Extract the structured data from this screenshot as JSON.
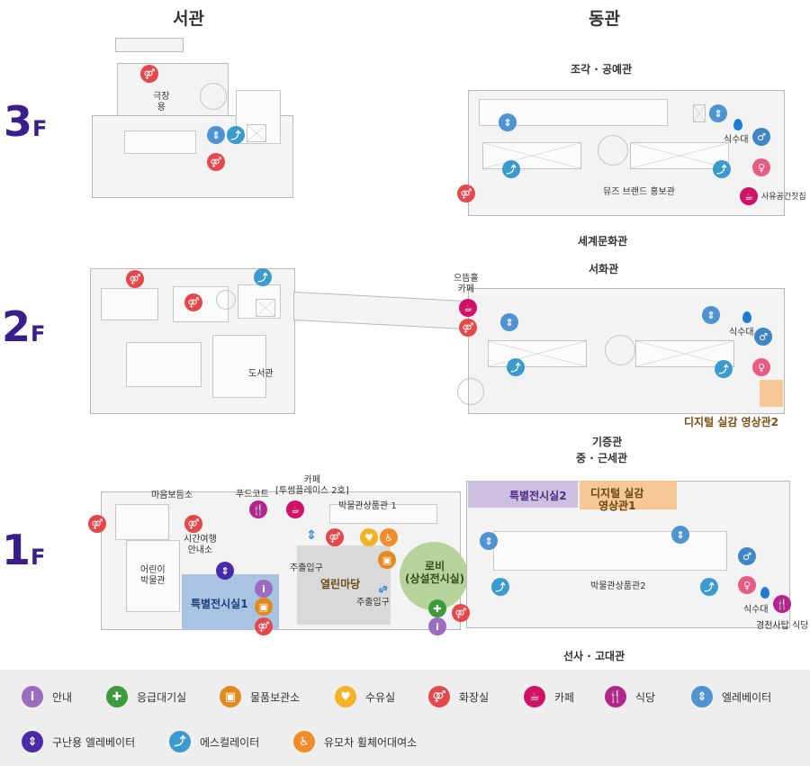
{
  "wings": {
    "west": "서관",
    "east": "동관"
  },
  "floors": {
    "f3": "3",
    "f2": "2",
    "f1": "1",
    "suffix": "F"
  },
  "f3": {
    "west": {
      "theater": "극장\n용"
    },
    "east": {
      "hall_title": "조각 · 공예관",
      "water": "식수대",
      "brand": "뮤즈 브랜드 홍보관",
      "tea": "사유공간찻집"
    },
    "below_hall": "세계문화관"
  },
  "f2": {
    "west": {
      "library": "도서관"
    },
    "east": {
      "hall_title": "서화관",
      "cafe": "으뜸홀\n카페",
      "water": "식수대",
      "digital2": "디지털 실감 영상관2"
    }
  },
  "f1": {
    "titles": {
      "gijeung": "기증관",
      "medieval": "중 · 근세관",
      "prehistory": "선사 · 고대관"
    },
    "west": {
      "maeum": "마음보듬소",
      "foodcourt": "푸드코트",
      "cafe": "카페\n[투썸플레이스 2호]",
      "shop1": "박물관상품관 1",
      "travel": "시간여행\n안내소",
      "kids": "어린이\n박물관",
      "special1": "특별전시실1",
      "yeollin": "열린마당",
      "main_entrance_top": "주출입구",
      "main_entrance_bottom": "주출입구"
    },
    "east": {
      "special2": "특별전시실2",
      "digital1": "디지털 실감\n영상관1",
      "lobby": "로비\n(상설전시실)",
      "shop2": "박물관상품관2",
      "water": "식수대",
      "restaurant": "경천사탑 식당"
    }
  },
  "legend": [
    {
      "icon": "info-icon",
      "label": "안내",
      "color": "#9b6cc0"
    },
    {
      "icon": "first-aid-icon",
      "label": "응급대기실",
      "color": "#3d9a3d"
    },
    {
      "icon": "locker-icon",
      "label": "물품보관소",
      "color": "#e38a1e"
    },
    {
      "icon": "nursing-room-icon",
      "label": "수유실",
      "color": "#f4b324"
    },
    {
      "icon": "restroom-icon",
      "label": "화장실",
      "color": "#e5474b"
    },
    {
      "icon": "cafe-icon",
      "label": "카페",
      "color": "#cf1167"
    },
    {
      "icon": "restaurant-icon",
      "label": "식당",
      "color": "#b4248d"
    },
    {
      "icon": "elevator-icon",
      "label": "엘레베이터",
      "color": "#4f93d2"
    },
    {
      "icon": "rescue-elevator-icon",
      "label": "구난용 엘레베이터",
      "color": "#4b2aa8"
    },
    {
      "icon": "escalator-icon",
      "label": "에스컬레이터",
      "color": "#3a9bcf"
    },
    {
      "icon": "stroller-wheelchair-icon",
      "label": "유모차 휠체어대여소",
      "color": "#f28b2a"
    }
  ]
}
